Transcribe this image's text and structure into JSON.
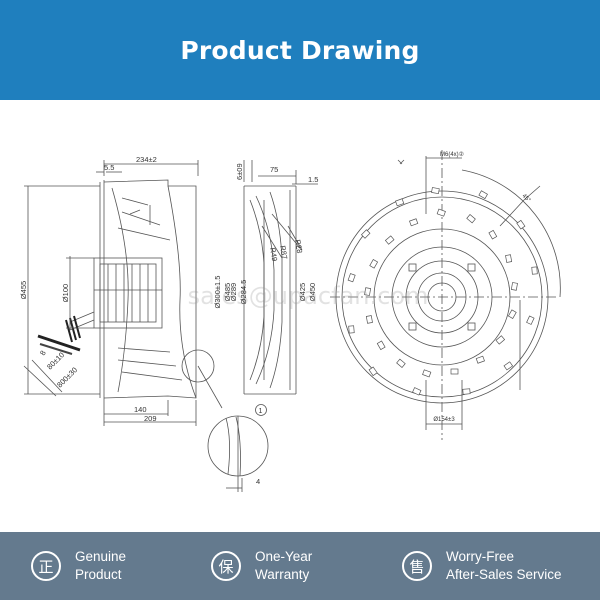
{
  "header": {
    "title": "Product Drawing"
  },
  "watermark": "sales@upacfan.com",
  "side_view": {
    "dims": [
      "5.5",
      "234±2",
      "Ø455",
      "Ø100",
      "8",
      "80±10",
      "800±30",
      "140",
      "209"
    ]
  },
  "profile_view": {
    "dims": [
      "6±09",
      "75",
      "1.5",
      "R87",
      "R49",
      "R28",
      "Ø300±1.5",
      "Ø289",
      "Ø284.5",
      "Ø485",
      "Ø425",
      "Ø450"
    ]
  },
  "detail": {
    "callout": "1",
    "dim": "4"
  },
  "front_view": {
    "dims": [
      "M6(4x)②",
      "45°",
      "Ø154±3"
    ]
  },
  "features": [
    {
      "glyph": "正",
      "line1": "Genuine",
      "line2": "Product",
      "icon": "genuine-icon"
    },
    {
      "glyph": "保",
      "line1": "One-Year",
      "line2": "Warranty",
      "icon": "warranty-icon"
    },
    {
      "glyph": "售",
      "line1": "Worry-Free",
      "line2": "After-Sales Service",
      "icon": "service-icon"
    }
  ]
}
